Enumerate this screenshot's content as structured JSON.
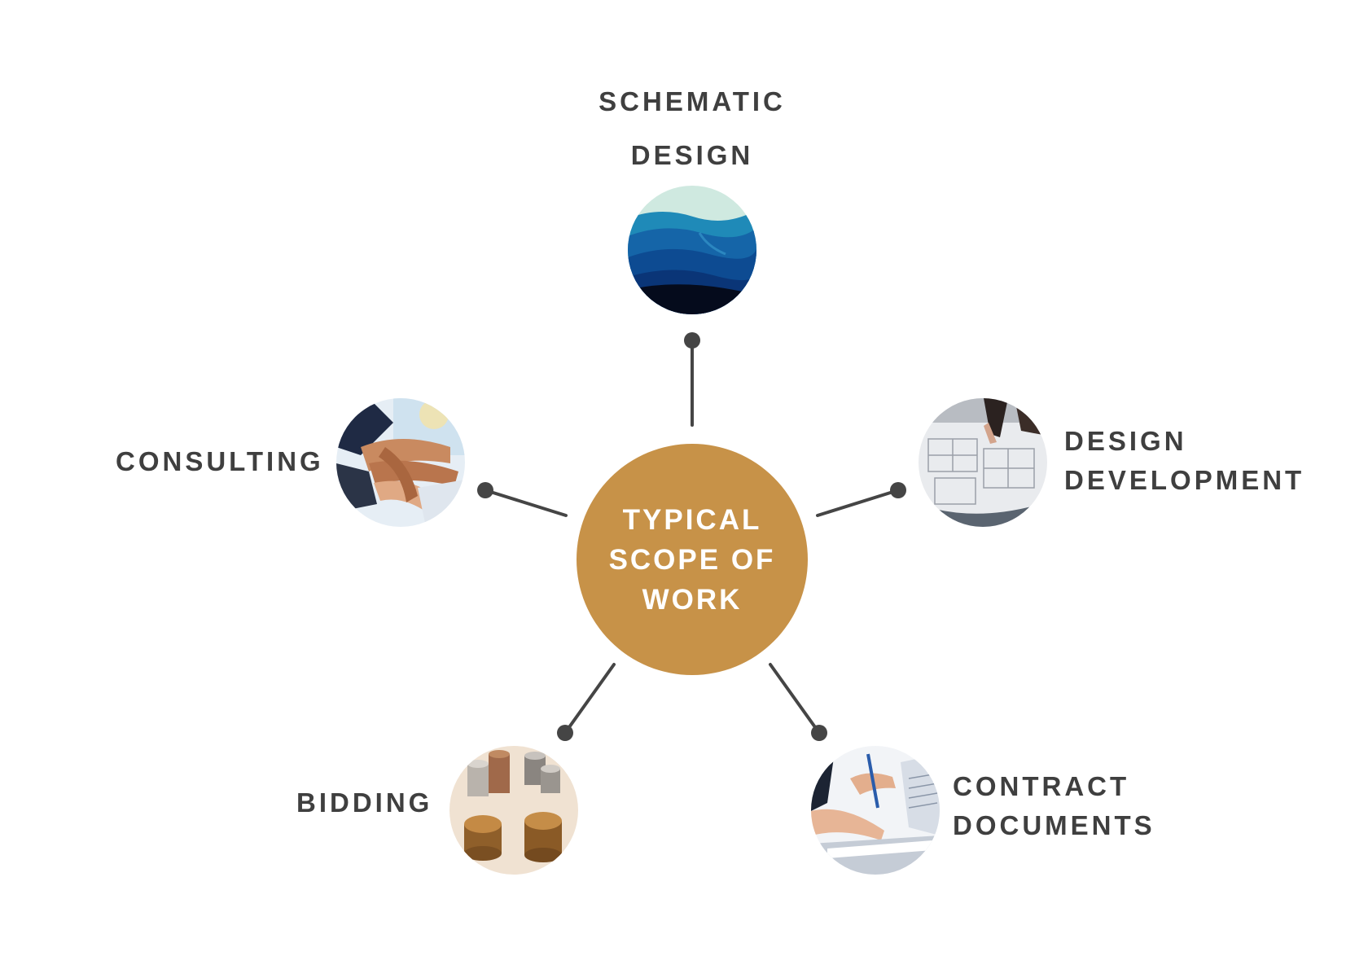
{
  "hub": {
    "lines": [
      "TYPICAL",
      "SCOPE OF",
      "WORK"
    ]
  },
  "colors": {
    "hub": "#c79248",
    "label": "#3f3f3f",
    "connector": "#454545"
  },
  "nodes": [
    {
      "id": "schematic-design",
      "lines": [
        "SCHEMATIC",
        "DESIGN"
      ],
      "image": "blue-waves-icon"
    },
    {
      "id": "design-development",
      "lines": [
        "DESIGN",
        "DEVELOPMENT"
      ],
      "image": "blueprint-plans-icon"
    },
    {
      "id": "consulting",
      "lines": [
        "CONSULTING"
      ],
      "image": "team-hands-icon"
    },
    {
      "id": "bidding",
      "lines": [
        "BIDDING"
      ],
      "image": "coin-stacks-icon"
    },
    {
      "id": "contract-documents",
      "lines": [
        "CONTRACT",
        "DOCUMENTS"
      ],
      "image": "signing-documents-icon"
    }
  ]
}
